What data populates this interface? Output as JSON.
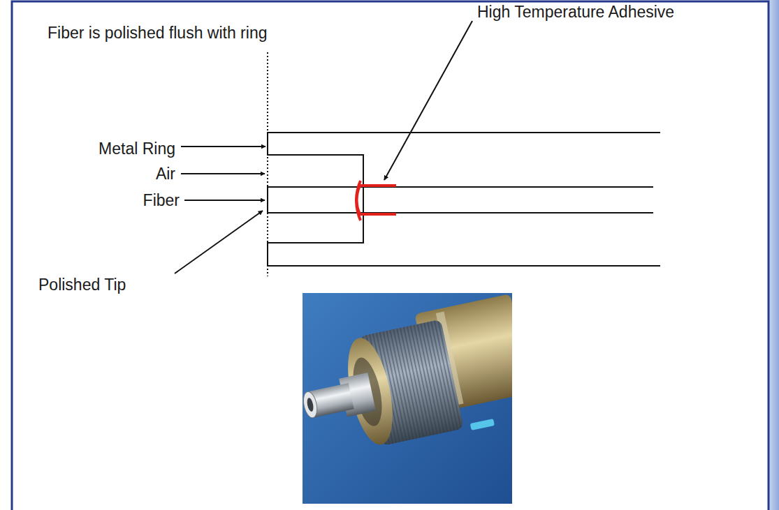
{
  "diagram": {
    "labels": [
      "Fiber is polished flush with ring",
      "High Temperature Adhesive",
      "Metal Ring",
      "Air",
      "Fiber",
      "Polished Tip"
    ]
  }
}
